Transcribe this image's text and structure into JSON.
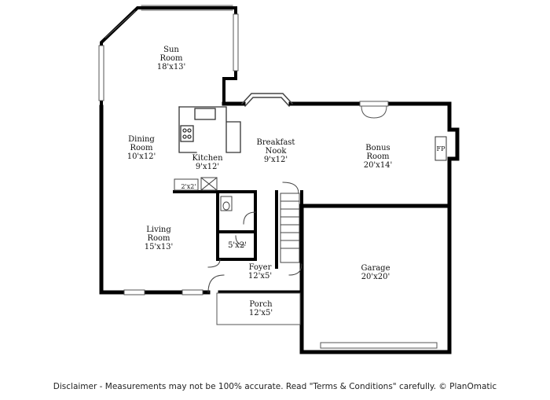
{
  "rooms": {
    "sun_room": {
      "name": "Sun\nRoom",
      "size": "18'x13'"
    },
    "dining": {
      "name": "Dining\nRoom",
      "size": "10'x12'"
    },
    "kitchen": {
      "name": "Kitchen",
      "size": "9'x12'"
    },
    "breakfast": {
      "name": "Breakfast\nNook",
      "size": "9'x12'"
    },
    "bonus": {
      "name": "Bonus\nRoom",
      "size": "20'x14'"
    },
    "fireplace": {
      "name": "FP"
    },
    "closet_small": {
      "size": "2'x2'"
    },
    "living": {
      "name": "Living\nRoom",
      "size": "15'x13'"
    },
    "bath": {
      "size": "5'x2'"
    },
    "foyer": {
      "name": "Foyer",
      "size": "12'x5'"
    },
    "garage": {
      "name": "Garage",
      "size": "20'x20'"
    },
    "porch": {
      "name": "Porch",
      "size": "12'x5'"
    }
  },
  "disclaimer": "Disclaimer - Measurements may not be 100% accurate. Read \"Terms & Conditions\" carefully. © PlanOmatic"
}
